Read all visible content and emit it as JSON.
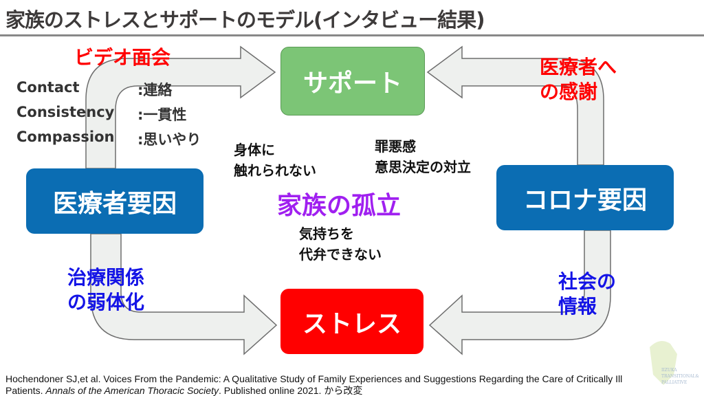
{
  "title": "家族のストレスとサポートのモデル(インタビュー結果)",
  "boxes": {
    "support": "サポート",
    "medical": "医療者要因",
    "corona": "コロナ要因",
    "stress": "ストレス"
  },
  "labels": {
    "video": "ビデオ面会",
    "three_c": [
      {
        "term": "Contact",
        "meaning": ":連絡"
      },
      {
        "term": "Consistency",
        "meaning": ":一貫性"
      },
      {
        "term": "Compassion",
        "meaning": ":思いやり"
      }
    ],
    "thanks": [
      "医療者へ",
      "の感謝"
    ],
    "weaken": [
      "治療関係",
      "の弱体化"
    ],
    "social": [
      "社会の",
      "情報"
    ],
    "touch": [
      "身体に",
      "触れられない"
    ],
    "guilt": [
      "罪悪感",
      "意思決定の対立"
    ],
    "isolation": "家族の孤立",
    "voice": [
      "気持ちを",
      "代弁できない"
    ]
  },
  "citation": {
    "line1": "Hochendoner SJ,et al. Voices From the Pandemic: A Qualitative Study of Family Experiences and Suggestions Regarding the Care of Critically Ill",
    "line2_pre": "Patients. ",
    "journal": "Annals of the American Thoracic Society",
    "line2_post": ". Published online 2021. から改変"
  },
  "logo": "IIZUKA TRANSITIONAL & PALLIATIVE",
  "colors": {
    "support": "#7cc576",
    "blue_box": "#0b6db3",
    "stress": "#ff0000",
    "isolation": "#a020f0"
  }
}
